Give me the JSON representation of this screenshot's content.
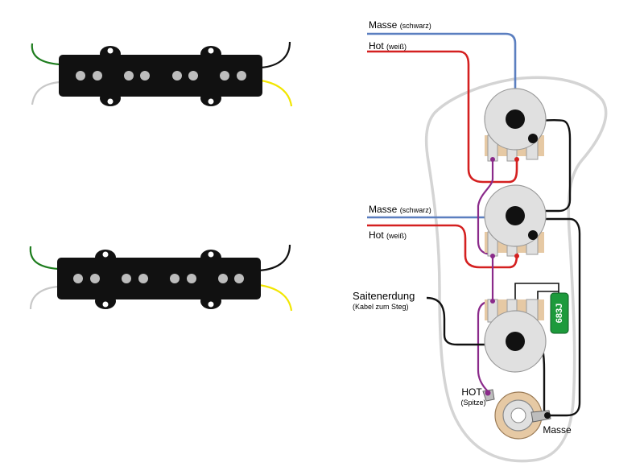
{
  "labels": {
    "ground_top": "Masse",
    "ground_top_note": "(schwarz)",
    "hot_top": "Hot",
    "hot_top_note": "(weiß)",
    "ground_mid": "Masse",
    "ground_mid_note": "(schwarz)",
    "hot_mid": "Hot",
    "hot_mid_note": "(weiß)",
    "string_ground": "Saitenerdung",
    "string_ground_note": "(Kabel zum Steg)",
    "jack_hot": "HOT",
    "jack_hot_note": "(Spitze)",
    "jack_ground": "Masse",
    "capacitor": "683J"
  },
  "colors": {
    "ground_wire": "#5b7fc0",
    "hot_wire": "#d42020",
    "signal_wire": "#8a2a8a",
    "pickup_lead_green": "#1e7d1e",
    "pickup_lead_white": "#c8c8c8",
    "pickup_lead_yellow": "#f2e600",
    "capacitor": "#1d9a3c",
    "pot_lug": "#e6c9a4"
  }
}
